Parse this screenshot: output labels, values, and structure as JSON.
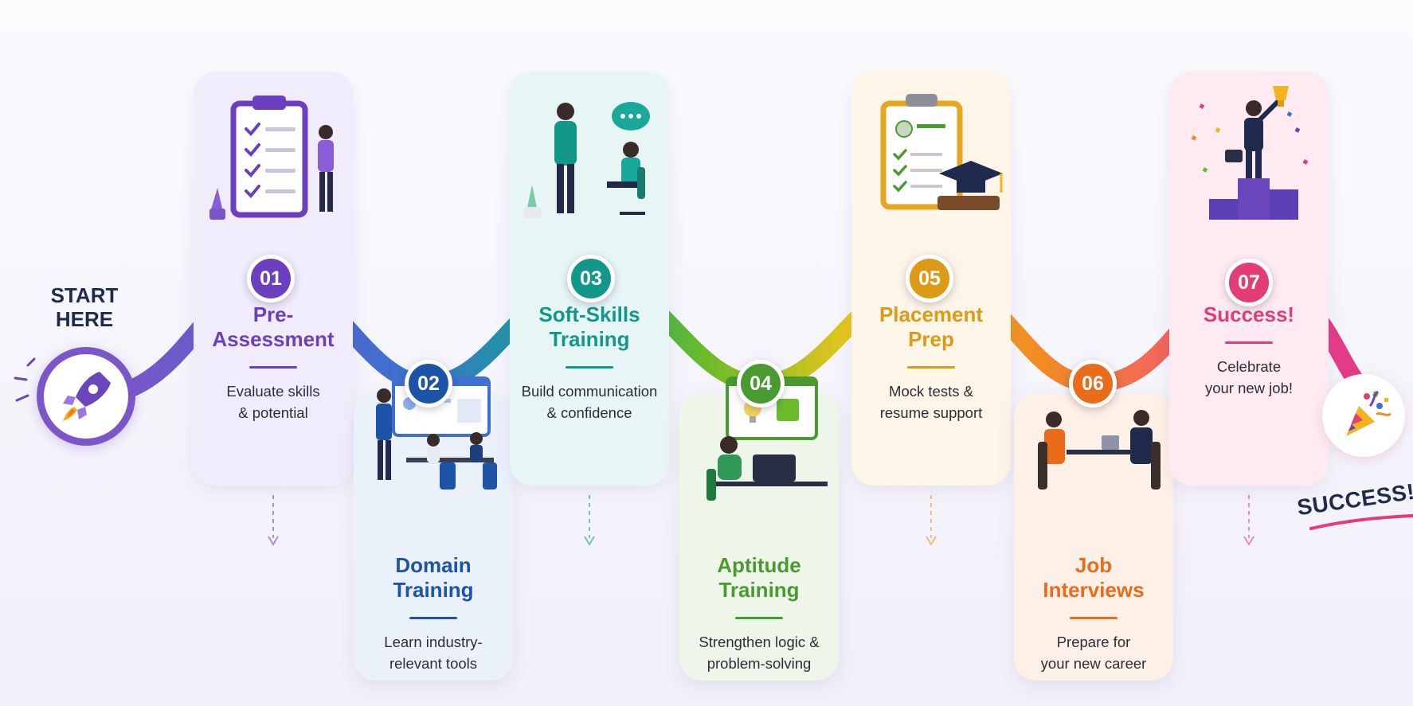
{
  "start": {
    "label": "START\nHERE",
    "icon": "rocket-icon"
  },
  "finish": {
    "stamp": "SUCCESS!",
    "icon": "party-popper-icon"
  },
  "steps": [
    {
      "number": "01",
      "title": "Pre-\nAssessment",
      "desc": "Evaluate skills\n& potential",
      "color": "#6b3fc0",
      "light": "#f1ecfb",
      "icon": "clipboard-checklist-icon"
    },
    {
      "number": "02",
      "title": "Domain\nTraining",
      "desc": "Learn industry-\nrelevant tools",
      "color": "#1e54a8",
      "light": "#ebf1fb",
      "icon": "team-training-icon"
    },
    {
      "number": "03",
      "title": "Soft-Skills\nTraining",
      "desc": "Build communication\n& confidence",
      "color": "#11988a",
      "light": "#e7f6f5",
      "icon": "conversation-icon"
    },
    {
      "number": "04",
      "title": "Aptitude\nTraining",
      "desc": "Strengthen logic &\nproblem-solving",
      "color": "#4a9b2f",
      "light": "#edf6e8",
      "icon": "laptop-puzzle-icon"
    },
    {
      "number": "05",
      "title": "Placement\nPrep",
      "desc": "Mock tests &\nresume support",
      "color": "#dd9a16",
      "light": "#fdf5e7",
      "icon": "resume-graduation-icon"
    },
    {
      "number": "06",
      "title": "Job\nInterviews",
      "desc": "Prepare for\nyour new career",
      "color": "#ea6c1b",
      "light": "#fdf0e6",
      "icon": "interview-icon"
    },
    {
      "number": "07",
      "title": "Success!",
      "desc": "Celebrate\nyour new job!",
      "color": "#e43d74",
      "light": "#fdebf1",
      "icon": "trophy-podium-icon"
    }
  ]
}
